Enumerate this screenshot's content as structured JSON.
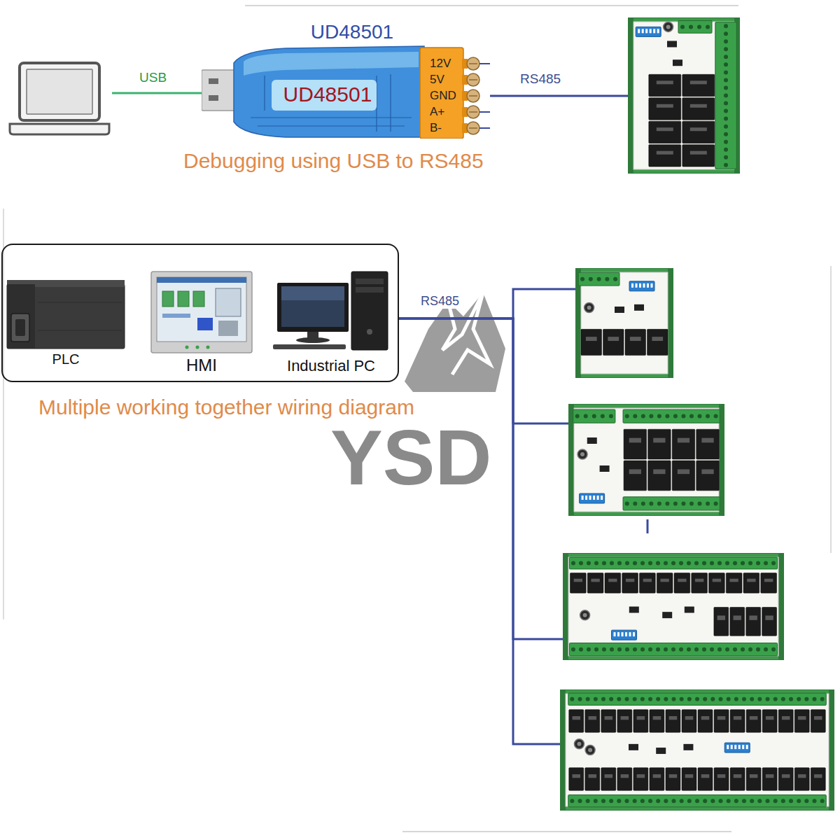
{
  "diagram": {
    "nodes": [
      {
        "text": []
      },
      {
        "text": [
          "UD48501",
          "UD48501"
        ]
      },
      {
        "text": []
      },
      {
        "text": []
      },
      {
        "text": [
          "PLC"
        ],
        "in": 3
      },
      {
        "text": [
          "HMI"
        ],
        "in": 3
      },
      {
        "text": [
          "Industrial PC"
        ],
        "in": 3
      },
      {
        "text": []
      },
      {
        "text": []
      },
      {
        "text": []
      },
      {
        "text": []
      }
    ],
    "edges": [
      {
        "from": 0,
        "to": 1,
        "arrow": "none",
        "label": "USB"
      },
      {
        "from": 1,
        "to": 2,
        "arrow": "none",
        "label": "RS485"
      },
      {
        "from": 3,
        "to": 7,
        "arrow": "none",
        "label": "RS485"
      },
      {
        "from": 3,
        "to": 8,
        "arrow": "none"
      },
      {
        "from": 3,
        "to": 9,
        "arrow": "none"
      },
      {
        "from": 3,
        "to": 10,
        "arrow": "none"
      }
    ],
    "labels": [
      "12V",
      "5V",
      "GND",
      "A+",
      "B-",
      "Debugging using USB to RS485",
      "Multiple working together wiring diagram",
      "YSD"
    ]
  }
}
